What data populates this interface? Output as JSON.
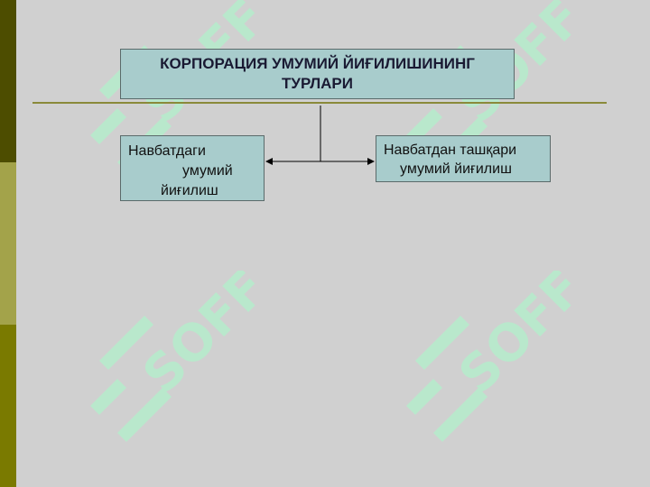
{
  "colors": {
    "background": "#d0d0d0",
    "box_fill": "#a8cccc",
    "watermark": "#b9e8cc",
    "rule": "#8a8a3a",
    "side_bar_dark": "#4d4d00",
    "side_bar_light": "#a3a34a",
    "side_bar_olive": "#7a7a00"
  },
  "watermark": {
    "text": "SOFF",
    "icon": "soff-logo-icon"
  },
  "diagram": {
    "title": "КОРПОРАЦИЯ УМУМИЙ ЙИҒИЛИШИНИНГ ТУРЛАРИ",
    "left_node": {
      "line1": "Навбатдаги",
      "line2": "умумий",
      "line3": "йиғилиш"
    },
    "right_node": {
      "line1": "Навбатдан ташқари",
      "line2": "умумий йиғилиш"
    }
  }
}
